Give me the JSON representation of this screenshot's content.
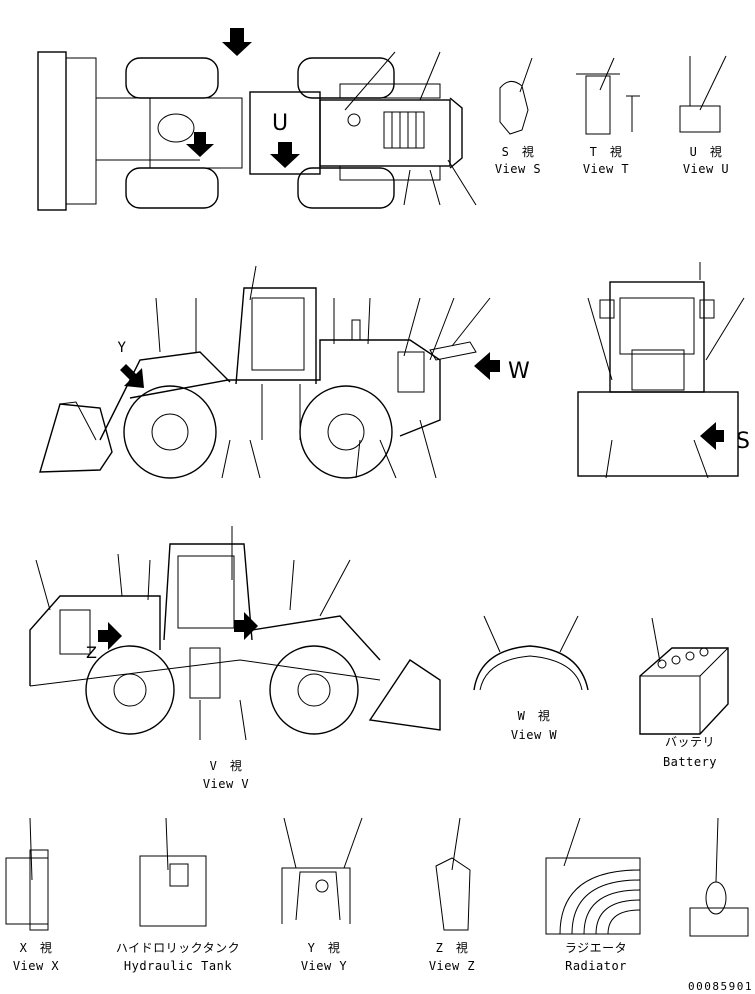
{
  "top_views": {
    "view_s": {
      "jp": "S　視",
      "en": "View S"
    },
    "view_t": {
      "jp": "T　視",
      "en": "View T"
    },
    "view_u": {
      "jp": "U　視",
      "en": "View U"
    }
  },
  "side_view": {
    "arrow_w_letter": "W",
    "arrow_y_letter": "Y",
    "arrow_s_letter": "S",
    "cab_letter": "U"
  },
  "view_v": {
    "jp": "V　視",
    "en": "View V",
    "z_letter": "Z"
  },
  "view_w": {
    "jp": "W　視",
    "en": "View W"
  },
  "battery": {
    "jp": "バッテリ",
    "en": "Battery"
  },
  "bottom_views": {
    "view_x": {
      "jp": "X　視",
      "en": "View X"
    },
    "hydraulic_tank": {
      "jp": "ハイドロリックタンク",
      "en": "Hydraulic Tank"
    },
    "view_y": {
      "jp": "Y　視",
      "en": "View Y"
    },
    "view_z": {
      "jp": "Z　視",
      "en": "View Z"
    },
    "radiator": {
      "jp": "ラジエータ",
      "en": "Radiator"
    }
  },
  "drawing_id": "00085901"
}
